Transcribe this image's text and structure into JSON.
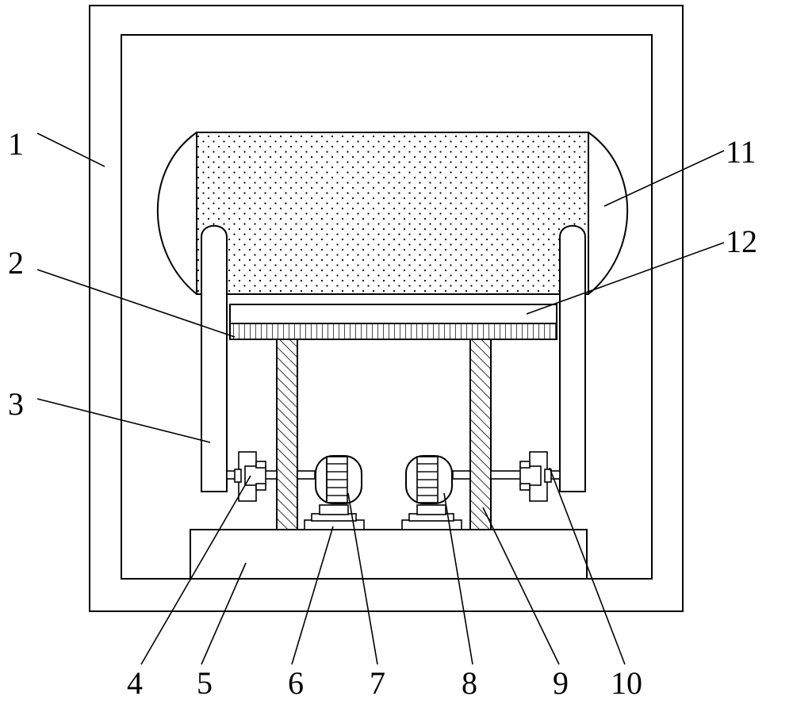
{
  "labels": {
    "l1": "1",
    "l2": "2",
    "l3": "3",
    "l4": "4",
    "l5": "5",
    "l6": "6",
    "l7": "7",
    "l8": "8",
    "l9": "9",
    "l10": "10",
    "l11": "11",
    "l12": "12"
  },
  "colors": {
    "stroke": "#000000",
    "background": "#ffffff"
  }
}
